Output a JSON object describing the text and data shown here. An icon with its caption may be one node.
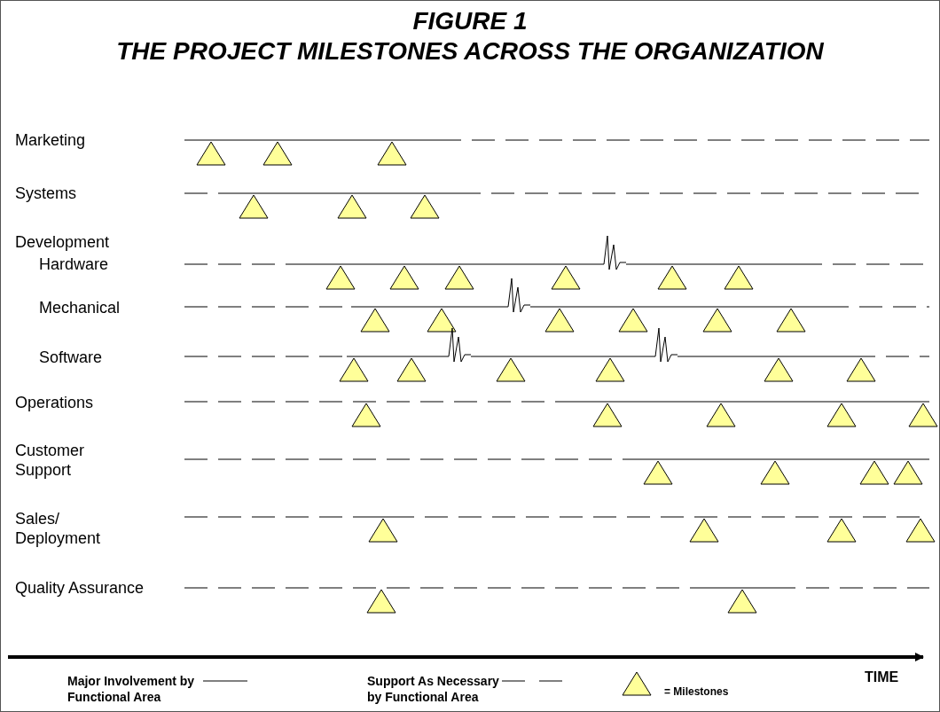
{
  "diagram": {
    "title": "FIGURE 1 THE PROJECT MILESTONES ACROSS THE ORGANIZATION",
    "labels": [
      "Marketing",
      "Systems",
      "Development",
      "Hardware",
      "Mechanical",
      "Software",
      "Operations",
      "Customer Support",
      "Sales/ Deployment",
      "Quality Assurance",
      "TIME"
    ],
    "legend": [
      {
        "text": "Major Involvement by Functional Area"
      },
      {
        "text": "Support As Necessary by Functional Area"
      },
      {
        "text": "= Milestones"
      }
    ]
  }
}
